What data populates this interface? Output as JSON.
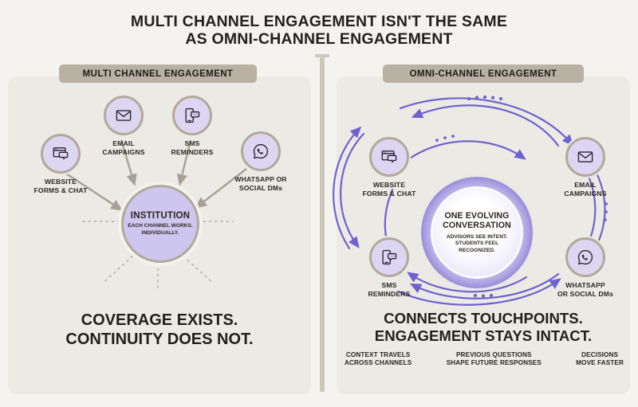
{
  "title": {
    "line1": "MULTI CHANNEL ENGAGEMENT ISN'T THE SAME",
    "line2": "AS OMNI-CHANNEL ENGAGEMENT"
  },
  "colors": {
    "page_background": "#f4f3f0",
    "panel_background": "#eceae5",
    "pill_background": "#b9b2a4",
    "node_ring": "#b2a99a",
    "node_fill": "#ddd6f3",
    "hub_left_fill": "#cdc6ee",
    "arrow_left": "#a8a094",
    "arrow_right": "#6f62cf",
    "text": "#241f1c"
  },
  "left_panel": {
    "header": "MULTI CHANNEL ENGAGEMENT",
    "nodes": [
      {
        "id": "website",
        "icon": "browser-chat-icon",
        "label_line1": "WEBSITE",
        "label_line2": "FORMS & CHAT"
      },
      {
        "id": "email",
        "icon": "envelope-icon",
        "label_line1": "EMAIL",
        "label_line2": "CAMPAIGNS"
      },
      {
        "id": "sms",
        "icon": "phone-message-icon",
        "label_line1": "SMS",
        "label_line2": "REMINDERS"
      },
      {
        "id": "whatsapp",
        "icon": "whatsapp-icon",
        "label_line1": "WHATSAPP OR",
        "label_line2": "SOCIAL DMs"
      }
    ],
    "hub": {
      "title": "INSTITUTION",
      "sub_line1": "EACH CHANNEL WORKS.",
      "sub_line2": "INDIVIDUALLY."
    },
    "statement_line1": "COVERAGE EXISTS.",
    "statement_line2": "CONTINUITY DOES NOT."
  },
  "right_panel": {
    "header": "OMNI-CHANNEL ENGAGEMENT",
    "nodes": [
      {
        "id": "website",
        "icon": "browser-chat-icon",
        "label_line1": "WEBSITE",
        "label_line2": "FORMS & CHAT"
      },
      {
        "id": "email",
        "icon": "envelope-icon",
        "label_line1": "EMAIL",
        "label_line2": "CAMPAIGNS"
      },
      {
        "id": "sms",
        "icon": "phone-message-icon",
        "label_line1": "SMS",
        "label_line2": "REMINDERS"
      },
      {
        "id": "whatsapp",
        "icon": "whatsapp-icon",
        "label_line1": "WHATSAPP",
        "label_line2": "OR SOCIAL DMs"
      }
    ],
    "hub": {
      "title_line1": "ONE EVOLVING",
      "title_line2": "CONVERSATION",
      "sub_line1": "ADVISORS SEE INTENT.",
      "sub_line2": "STUDENTS FEEL",
      "sub_line3": "RECOGNIZED."
    },
    "statement_line1": "CONNECTS TOUCHPOINTS.",
    "statement_line2": "ENGAGEMENT STAYS INTACT.",
    "sub_captions": [
      {
        "line1": "CONTEXT TRAVELS",
        "line2": "ACROSS CHANNELS"
      },
      {
        "line1": "PREVIOUS QUESTIONS",
        "line2": "SHAPE FUTURE RESPONSES"
      },
      {
        "line1": "DECISIONS",
        "line2": "MOVE FASTER"
      }
    ]
  }
}
